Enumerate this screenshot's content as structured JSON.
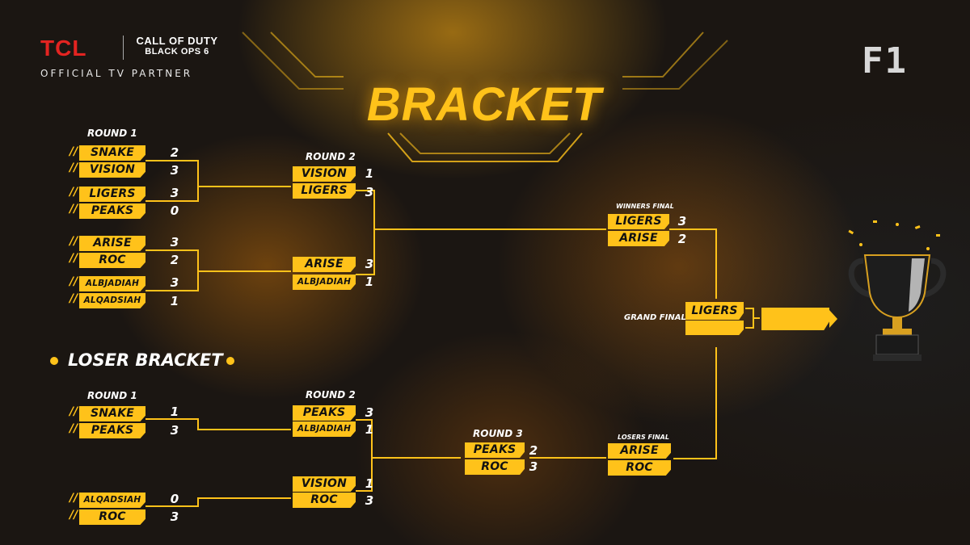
{
  "header": {
    "sponsor_logo": "TCL",
    "game_logo_top": "CALL OF DUTY",
    "game_logo_bottom": "BLACK OPS 6",
    "partner_text": "OFFICIAL TV PARTNER",
    "org_logo": "F1",
    "title": "BRACKET"
  },
  "upper": {
    "round1_label": "ROUND 1",
    "round2_label": "ROUND 2",
    "final_label": "WINNERS FINAL",
    "r1": [
      {
        "team": "SNAKE",
        "score": "2"
      },
      {
        "team": "VISION",
        "score": "3"
      },
      {
        "team": "LIGERS",
        "score": "3"
      },
      {
        "team": "PEAKS",
        "score": "0"
      },
      {
        "team": "ARISE",
        "score": "3"
      },
      {
        "team": "ROC",
        "score": "2"
      },
      {
        "team": "ALBJADIAH",
        "score": "3"
      },
      {
        "team": "ALQADSIAH",
        "score": "1"
      }
    ],
    "r2": [
      {
        "team": "VISION",
        "score": "1"
      },
      {
        "team": "LIGERS",
        "score": "3"
      },
      {
        "team": "ARISE",
        "score": "3"
      },
      {
        "team": "ALBJADIAH",
        "score": "1"
      }
    ],
    "final": [
      {
        "team": "LIGERS",
        "score": "3"
      },
      {
        "team": "ARISE",
        "score": "2"
      }
    ]
  },
  "grand_final": {
    "label": "GRAND FINAL",
    "team": "LIGERS",
    "opponent": ""
  },
  "lower": {
    "title": "LOSER BRACKET",
    "round1_label": "ROUND 1",
    "round2_label": "ROUND 2",
    "round3_label": "ROUND 3",
    "final_label": "LOSERS FINAL",
    "r1": [
      {
        "team": "SNAKE",
        "score": "1"
      },
      {
        "team": "PEAKS",
        "score": "3"
      },
      {
        "team": "ALQADSIAH",
        "score": "0"
      },
      {
        "team": "ROC",
        "score": "3"
      }
    ],
    "r2": [
      {
        "team": "PEAKS",
        "score": "3"
      },
      {
        "team": "ALBJADIAH",
        "score": "1"
      },
      {
        "team": "VISION",
        "score": "1"
      },
      {
        "team": "ROC",
        "score": "3"
      }
    ],
    "r3": [
      {
        "team": "PEAKS",
        "score": "2"
      },
      {
        "team": "ROC",
        "score": "3"
      }
    ],
    "final": [
      {
        "team": "ARISE",
        "score": ""
      },
      {
        "team": "ROC",
        "score": ""
      }
    ]
  },
  "colors": {
    "accent": "#ffc21a",
    "background": "#1b1612",
    "text": "#ffffff"
  },
  "icons": [
    "trophy-icon",
    "bullet-dot-icon",
    "confetti-icon"
  ]
}
